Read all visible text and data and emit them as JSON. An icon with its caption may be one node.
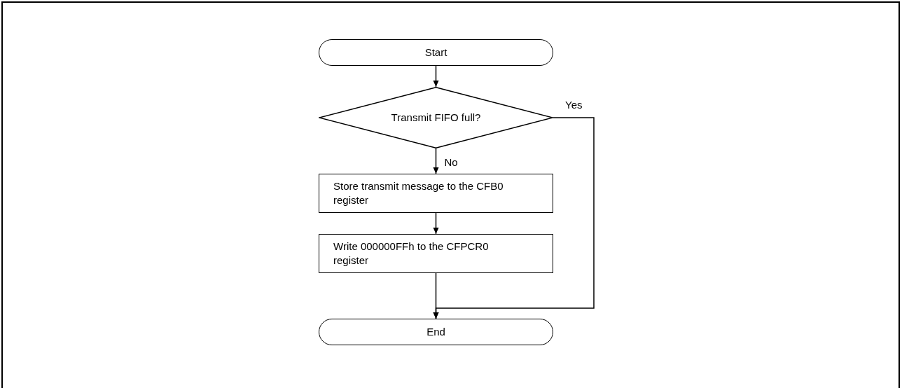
{
  "diagram": {
    "nodes": [
      {
        "text": [
          "Start"
        ]
      },
      {
        "text": [
          "Transmit FIFO full?"
        ]
      },
      {
        "text": [
          "Store transmit message to the CFB0 register"
        ]
      },
      {
        "text": [
          "Write 000000FFh to the CFPCR0 register"
        ]
      },
      {
        "text": [
          "End"
        ]
      }
    ],
    "edges": [
      {
        "from": 0,
        "to": 1,
        "arrow": "to"
      },
      {
        "from": 1,
        "to": 2,
        "arrow": "to",
        "label": "No"
      },
      {
        "from": 2,
        "to": 3,
        "arrow": "to"
      },
      {
        "from": 3,
        "to": 4,
        "arrow": "to"
      },
      {
        "from": 1,
        "to": 4,
        "arrow": "to",
        "label": "Yes"
      }
    ]
  }
}
